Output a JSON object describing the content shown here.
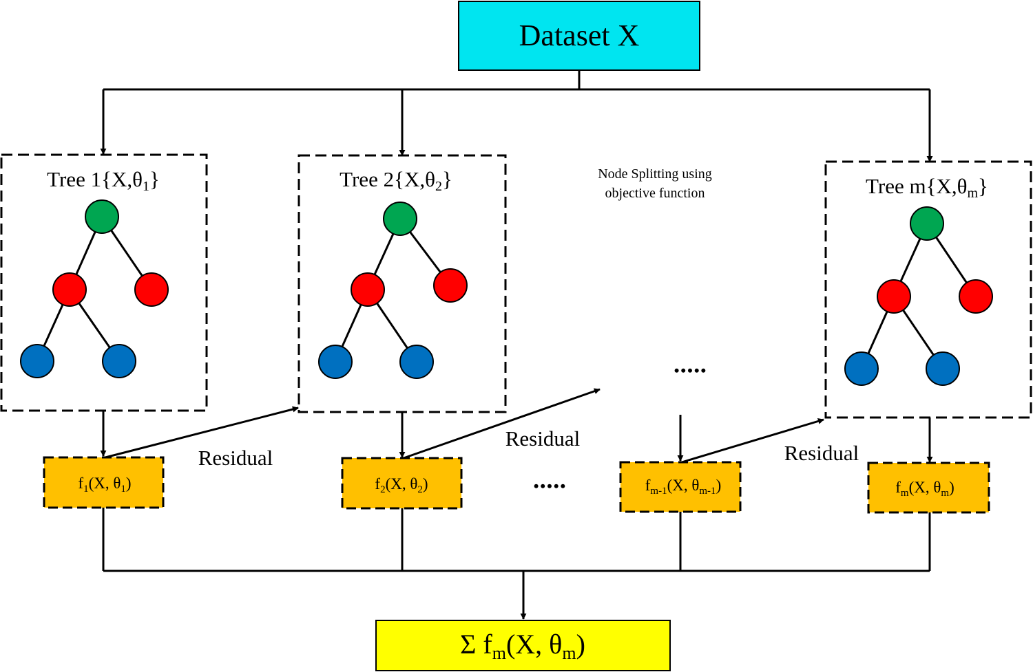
{
  "dataset": {
    "label": "Dataset X",
    "color": "#00E5F0"
  },
  "trees": [
    {
      "name": "Tree 1",
      "param_sub": "1",
      "output": {
        "f_sub": "1",
        "theta_sub": "1"
      }
    },
    {
      "name": "Tree 2",
      "param_sub": "2",
      "output": {
        "f_sub": "2",
        "theta_sub": "2"
      }
    },
    {
      "name": "Tree m",
      "param_sub": "m",
      "output": {
        "f_sub": "m",
        "theta_sub": "m"
      }
    }
  ],
  "penultimate_output": {
    "f_sub": "m-1",
    "theta_sub": "m-1"
  },
  "annotation": {
    "line1": "Node Splitting using",
    "line2": "objective function"
  },
  "residual_label": "Residual",
  "ellipsis": "•••••",
  "sum": {
    "symbol": "Σ f",
    "sub": "m",
    "open": "(X, θ",
    "theta_sub": "m",
    "close": ")",
    "color": "#FFFF00"
  },
  "colors": {
    "root_node": "#00A651",
    "inner_node": "#FF0000",
    "leaf_node": "#0070C0",
    "output_box": "#FFC000"
  }
}
